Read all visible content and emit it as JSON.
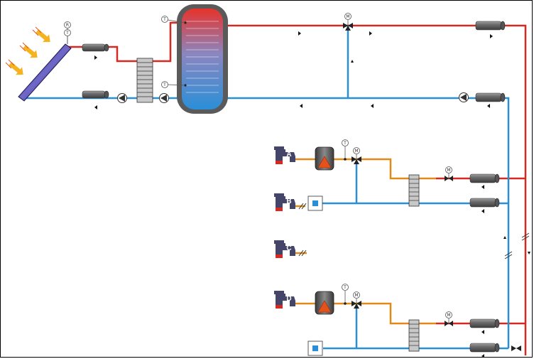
{
  "sensor_labels": {
    "temperature": "T",
    "reference": "R",
    "motor": "M"
  },
  "taps": [
    {
      "letter": "A"
    },
    {
      "letter": "B"
    },
    {
      "letter": "C"
    },
    {
      "letter": "D"
    }
  ],
  "colors": {
    "hot_pipe": "#d42a22",
    "cold_pipe": "#2a8fd4",
    "service_pipe": "#e08a18",
    "background": "#ffffff"
  },
  "icons": [
    "sun-rays-icon",
    "solar-collector-icon",
    "storage-tank-icon",
    "plate-heat-exchanger-icon",
    "pump-icon",
    "heat-meter-icon",
    "motorized-valve-icon",
    "boiler-icon",
    "water-tap-icon",
    "cold-water-inlet-icon",
    "flow-arrow-icon"
  ]
}
